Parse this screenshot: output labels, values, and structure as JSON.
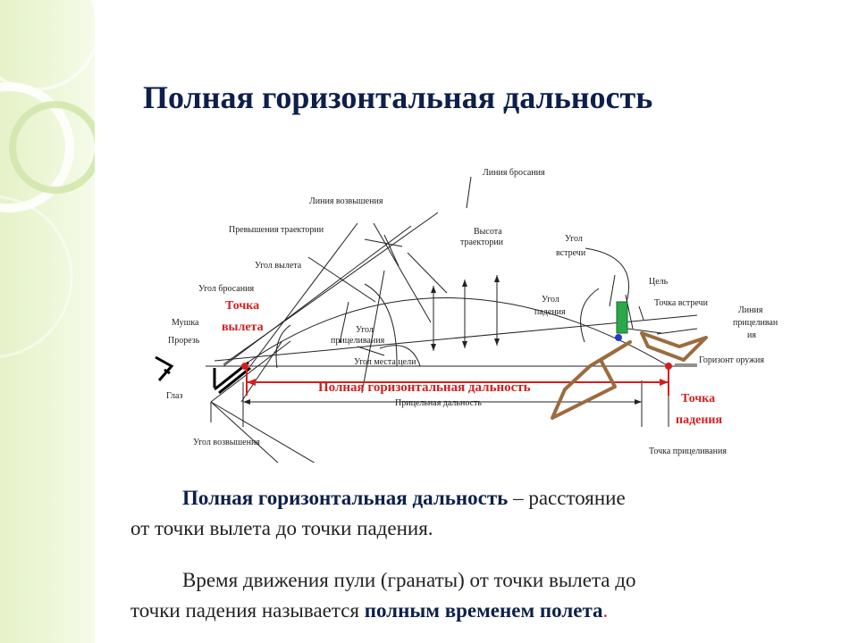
{
  "title": "Полная горизонтальная дальность",
  "diagram": {
    "labels": {
      "line_throw": "Линия бросания",
      "line_elevation": "Линия возвышения",
      "traj_excess": "Превышения траектории",
      "traj_height_1": "Высота",
      "traj_height_2": "траектории",
      "departure_angle": "Угол вылета",
      "throw_angle": "Угол бросания",
      "departure_point_1": "Точка",
      "departure_point_2": "вылета",
      "front_sight": "Мушка",
      "rear_sight": "Прорезь",
      "eye": "Глаз",
      "aiming_angle_1": "Угол",
      "aiming_angle_2": "прицеливания",
      "target_elev_angle": "Угол места цели",
      "meet_angle_1": "Угол",
      "meet_angle_2": "встречи",
      "target": "Цель",
      "meet_point": "Точка встречи",
      "fall_angle_1": "Угол",
      "fall_angle_2": "падения",
      "aim_line_1": "Линия",
      "aim_line_2": "прицеливан",
      "aim_line_3": "ия",
      "weapon_horizon": "Горизонт оружия",
      "full_range": "Полная горизонтальная дальность",
      "aim_range": "Прицельная дальность",
      "fall_point_1": "Точка",
      "fall_point_2": "падения",
      "elevation_angle": "Угол возвышения",
      "aim_point": "Точка прицеливания"
    }
  },
  "paragraph1": {
    "term": "Полная горизонтальная дальность",
    "rest_line1": " – расстояние",
    "rest_line2": "от точки вылета до точки падения."
  },
  "paragraph2": {
    "line1": "Время движения пули (гранаты) от точки вылета до",
    "line2_start": "точки падения называется ",
    "term": "полным временем полета",
    "end": "."
  },
  "colors": {
    "title": "#0d1f4a",
    "accent_red": "#d41e1e",
    "sidebar": "#e6f2c9",
    "hand_overlay": "#9b6b3f",
    "target_green": "#2aa84a",
    "meet_point_blue": "#1f3fbf"
  }
}
